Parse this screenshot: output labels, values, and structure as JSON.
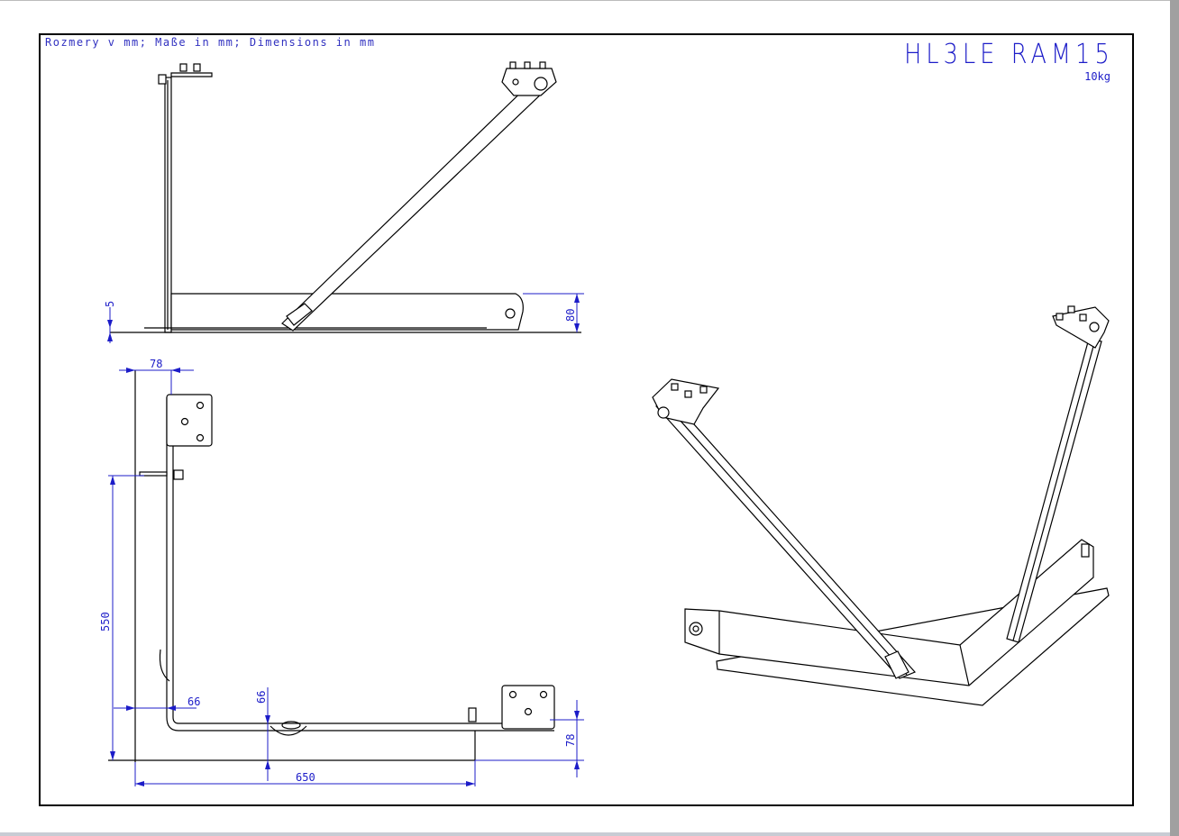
{
  "drawing": {
    "units_note": "Rozmery v mm; Maße in mm; Dimensions in mm",
    "title": "HL3LE RAM15",
    "weight": "10kg",
    "dimensions": {
      "side_base_thickness": "5",
      "side_height": "80",
      "plan_top_offset": "78",
      "plan_length_vertical": "550",
      "plan_offset_horizontal": "66",
      "plan_offset_vertical": "66",
      "plan_length_horizontal": "650",
      "plan_bottom_offset": "78"
    }
  }
}
